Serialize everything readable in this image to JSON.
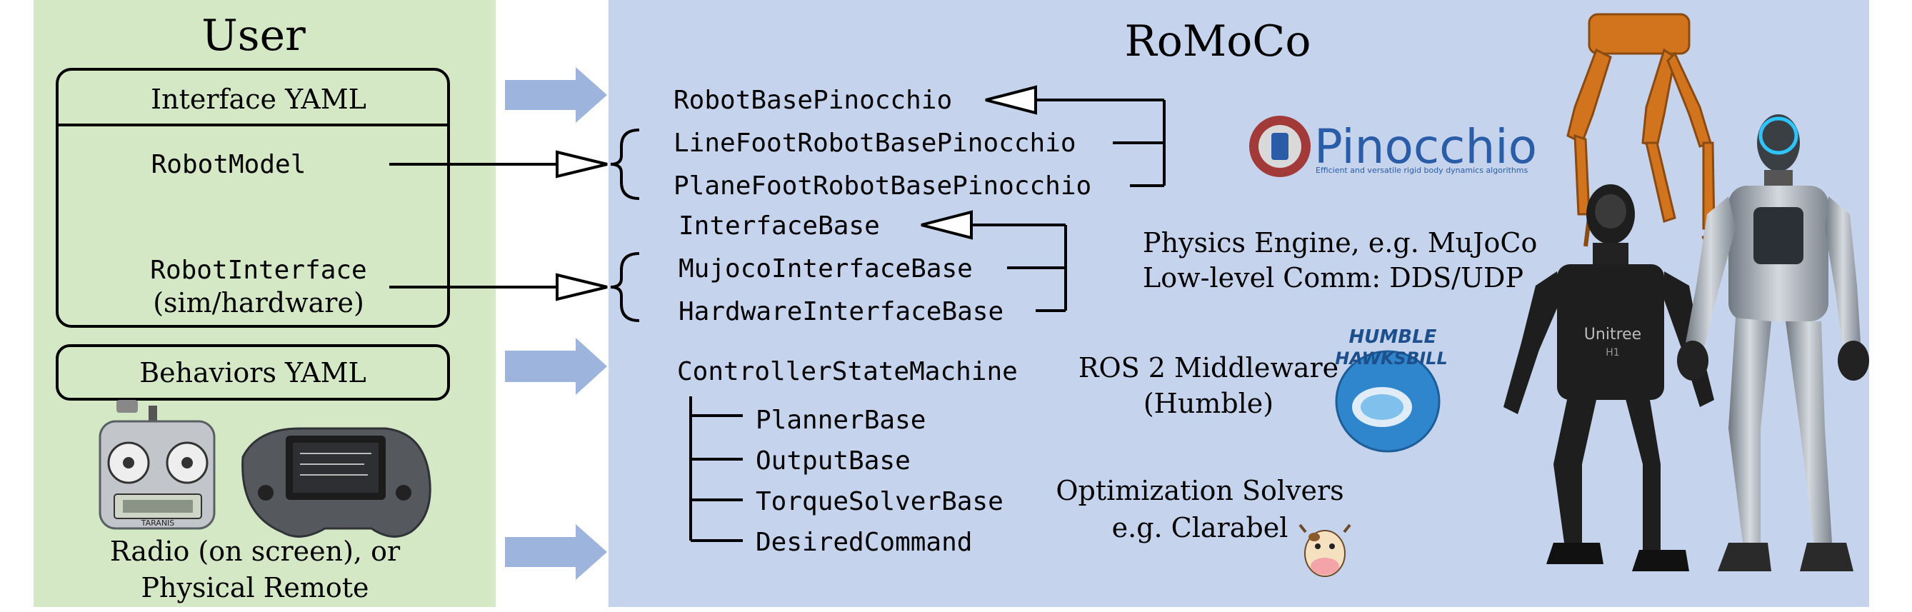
{
  "colors": {
    "user_panel": "#d5e8c5",
    "romoco_panel": "#c5d4ec",
    "flow_arrow": "#9db4dd",
    "line": "#000000",
    "pinocchio_blue": "#2a5ca8",
    "pinocchio_red": "#a23a3a",
    "robot_orange": "#d2741e",
    "robot_dark": "#1e1e1e",
    "robot_silver": "#9aa3ad",
    "ros_blue": "#2f86cc"
  },
  "user": {
    "title": "User",
    "interface_yaml": "Interface YAML",
    "robot_model": "RobotModel",
    "robot_interface": "RobotInterface",
    "robot_interface_sub": "(sim/hardware)",
    "behaviors_yaml": "Behaviors YAML",
    "remote_caption_line1": "Radio (on screen), or",
    "remote_caption_line2": "Physical Remote",
    "radio_brand": "TARANIS"
  },
  "romoco": {
    "title": "RoMoCo",
    "robot_base": {
      "base": "RobotBasePinocchio",
      "children": [
        "LineFootRobotBasePinocchio",
        "PlaneFootRobotBasePinocchio"
      ]
    },
    "interface": {
      "base": "InterfaceBase",
      "children": [
        "MujocoInterfaceBase",
        "HardwareInterfaceBase"
      ]
    },
    "state_machine": {
      "root": "ControllerStateMachine",
      "children": [
        "PlannerBase",
        "OutputBase",
        "TorqueSolverBase",
        "DesiredCommand"
      ]
    }
  },
  "dependencies": {
    "pinocchio_name": "Pinocchio",
    "pinocchio_tagline": "Efficient and versatile rigid body dynamics algorithms",
    "physics_line1": "Physics Engine, e.g. MuJoCo",
    "physics_line2": "Low-level Comm: DDS/UDP",
    "ros_line1": "ROS 2 Middleware",
    "ros_line2": "(Humble)",
    "ros_logo_line1": "HUMBLE",
    "ros_logo_line2": "HAWKSBILL",
    "opt_line1": "Optimization Solvers",
    "opt_line2": "e.g. Clarabel"
  },
  "robots": {
    "h1_brand": "Unitree",
    "h1_model": "H1"
  }
}
